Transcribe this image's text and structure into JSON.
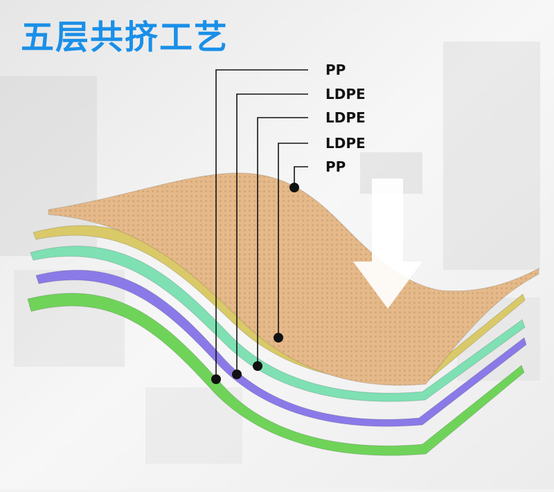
{
  "title": "五层共挤工艺",
  "layers": [
    {
      "label": "PP",
      "color": "#e5b98a"
    },
    {
      "label": "LDPE",
      "color": "#d9c968"
    },
    {
      "label": "LDPE",
      "color": "#7fe0b4"
    },
    {
      "label": "LDPE",
      "color": "#8a7ae8"
    },
    {
      "label": "PP",
      "color": "#6fd35a"
    }
  ],
  "colors": {
    "title": "#1a8fe8",
    "arrow": "#ffffff",
    "leader": "#111111",
    "background": "#f2f2f2"
  }
}
